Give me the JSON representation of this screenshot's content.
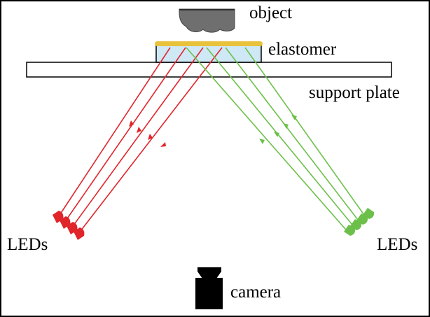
{
  "labels": {
    "object": "object",
    "elastomer": "elastomer",
    "support_plate": "support plate",
    "leds_left": "LEDs",
    "leds_right": "LEDs",
    "camera": "camera"
  },
  "colors": {
    "red_light": "#e0252b",
    "green_light": "#6cc04a",
    "elastomer_coat": "#e9c23c",
    "elastomer_body": "#cfe8f6",
    "object": "#6f6f6f",
    "camera": "#000000",
    "frame": "#000000"
  },
  "icons": {
    "led_left": "red-led-icon",
    "led_right": "green-led-icon",
    "camera": "camera-icon",
    "object": "object-icon"
  }
}
